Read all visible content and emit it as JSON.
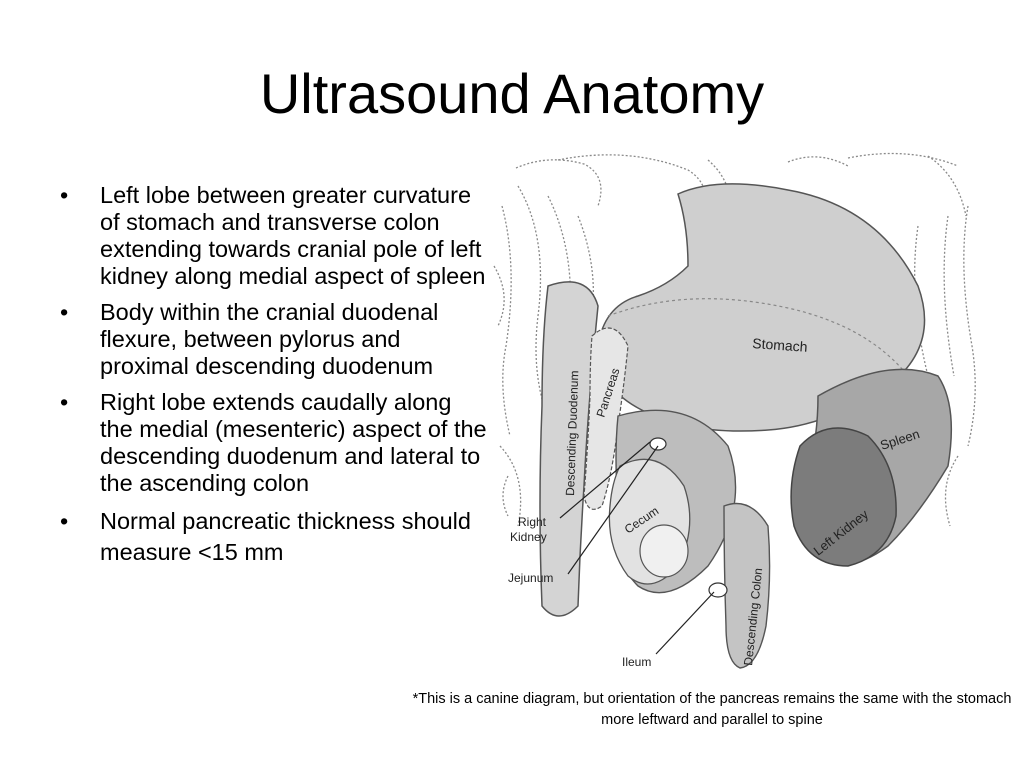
{
  "slide": {
    "title": "Ultrasound Anatomy",
    "bullets": [
      "Left lobe between greater curvature of stomach and transverse colon extending towards cranial pole of left kidney along medial aspect of spleen",
      "Body within the cranial duodenal flexure, between pylorus and proximal descending duodenum",
      "Right lobe extends caudally along the medial (mesenteric) aspect of the descending duodenum and lateral to the ascending colon",
      "Normal pancreatic thickness should measure <15 mm"
    ],
    "bullet_symbol": "•",
    "footnote": "*This is a canine diagram, but orientation of the pancreas remains the same with the stomach more leftward and parallel to spine"
  },
  "diagram": {
    "labels": {
      "stomach": "Stomach",
      "spleen": "Spleen",
      "left_kidney": "Left Kidney",
      "pancreas": "Pancreas",
      "descending_duodenum": "Descending Duodenum",
      "descending_colon": "Descending Colon",
      "cecum": "Cecum",
      "right_kidney_line1": "Right",
      "right_kidney_line2": "Kidney",
      "jejunum": "Jejunum",
      "ileum": "Ileum"
    },
    "colors": {
      "organ_light": "#d4d4d4",
      "organ_mid": "#a9a9a9",
      "organ_dark": "#7c7c7c",
      "outline": "#555555",
      "ribs": "#8a8a8a"
    }
  }
}
